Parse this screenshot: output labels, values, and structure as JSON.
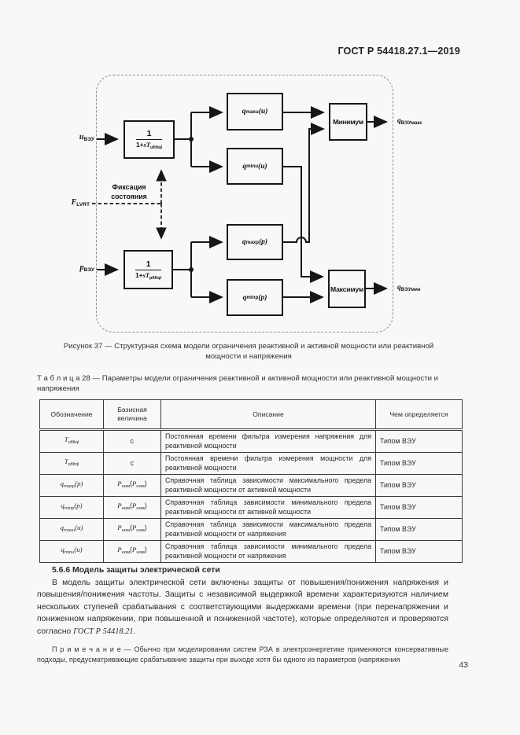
{
  "header": {
    "title": "ГОСТ Р 54418.27.1—2019"
  },
  "figure": {
    "caption_line1": "Рисунок 37 — Структурная схема модели ограничения реактивной и активной мощности или реактивной",
    "caption_line2": "мощности и напряжения",
    "diagram": {
      "inputs": {
        "u": [
          {
            "t": "u",
            "c": "i"
          },
          {
            "t": "ВЭУ",
            "c": "sub"
          }
        ],
        "p": [
          {
            "t": "p",
            "c": "i"
          },
          {
            "t": "ВЭУ",
            "c": "sub"
          }
        ],
        "f_lvrt": [
          {
            "t": "F",
            "c": "i"
          },
          {
            "t": "LVRT",
            "c": "sub"
          }
        ]
      },
      "outputs": {
        "q_max": [
          {
            "t": "q",
            "c": "i"
          },
          {
            "t": "ВЭУмакс",
            "c": "sub"
          }
        ],
        "q_min": [
          {
            "t": "q",
            "c": "i"
          },
          {
            "t": "ВЭУмин",
            "c": "sub"
          }
        ]
      },
      "blocks": {
        "filter_u": {
          "num": "1",
          "den": [
            {
              "t": "1+",
              "c": ""
            },
            {
              "t": "sT",
              "c": "i"
            },
            {
              "t": "ufiltql",
              "c": "sub"
            }
          ]
        },
        "filter_p": {
          "num": "1",
          "den": [
            {
              "t": "1+",
              "c": ""
            },
            {
              "t": "sT",
              "c": "i"
            },
            {
              "t": "pfiltql",
              "c": "sub"
            }
          ]
        },
        "q_maxu": [
          {
            "t": "q",
            "c": "i"
          },
          {
            "t": "maxu",
            "c": "sub"
          },
          {
            "t": "(u)",
            "c": "i"
          }
        ],
        "q_minu": [
          {
            "t": "q",
            "c": "i"
          },
          {
            "t": "minu",
            "c": "sub"
          },
          {
            "t": "(u)",
            "c": "i"
          }
        ],
        "q_maxp": [
          {
            "t": "q",
            "c": "i"
          },
          {
            "t": "maxp",
            "c": "sub"
          },
          {
            "t": "(p)",
            "c": "i"
          }
        ],
        "q_minp": [
          {
            "t": "q",
            "c": "i"
          },
          {
            "t": "minp",
            "c": "sub"
          },
          {
            "t": "(p)",
            "c": "i"
          }
        ],
        "minimum": "Минимум",
        "maximum": "Максимум"
      },
      "state_label_line1": "Фиксация",
      "state_label_line2": "состояния"
    }
  },
  "table": {
    "caption_line1": "Т а б л и ц а  28 — Параметры модели ограничения реактивной и активной мощности или реактивной мощности и",
    "caption_line2": "напряжения",
    "headers": [
      "Обозначение",
      "Базисная величина",
      "Описание",
      "Чем определяется"
    ],
    "rows": [
      {
        "symbol": [
          {
            "t": "T",
            "c": "i"
          },
          {
            "t": "ufiltql",
            "c": "sub"
          }
        ],
        "base": [
          {
            "t": "с",
            "c": ""
          }
        ],
        "description": "Постоянная времени фильтра измерения напряжения для реактивной мощности",
        "defined_by": "Типом ВЭУ"
      },
      {
        "symbol": [
          {
            "t": "T",
            "c": "i"
          },
          {
            "t": "pfiltql",
            "c": "sub"
          }
        ],
        "base": [
          {
            "t": "с",
            "c": ""
          }
        ],
        "description": "Постоянная времени фильтра измерения мощности для реактивной мощности",
        "defined_by": "Типом ВЭУ"
      },
      {
        "symbol": [
          {
            "t": "q",
            "c": "i"
          },
          {
            "t": "maxp",
            "c": "sub"
          },
          {
            "t": "(p)",
            "c": "i"
          }
        ],
        "base": [
          {
            "t": "P",
            "c": "i"
          },
          {
            "t": "ном",
            "c": "sub"
          },
          {
            "t": "(",
            "c": ""
          },
          {
            "t": "P",
            "c": "i"
          },
          {
            "t": "ном",
            "c": "sub"
          },
          {
            "t": ")",
            "c": ""
          }
        ],
        "description": "Справочная таблица зависимости максимального предела реактивной мощности от активной мощности",
        "defined_by": "Типом ВЭУ"
      },
      {
        "symbol": [
          {
            "t": "q",
            "c": "i"
          },
          {
            "t": "minp",
            "c": "sub"
          },
          {
            "t": "(p)",
            "c": "i"
          }
        ],
        "base": [
          {
            "t": "P",
            "c": "i"
          },
          {
            "t": "ном",
            "c": "sub"
          },
          {
            "t": "(",
            "c": ""
          },
          {
            "t": "P",
            "c": "i"
          },
          {
            "t": "ном",
            "c": "sub"
          },
          {
            "t": ")",
            "c": ""
          }
        ],
        "description": "Справочная таблица зависимости минимального предела реактивной мощности от активной мощности",
        "defined_by": "Типом ВЭУ"
      },
      {
        "symbol": [
          {
            "t": "q",
            "c": "i"
          },
          {
            "t": "maxu",
            "c": "sub"
          },
          {
            "t": "(u)",
            "c": "i"
          }
        ],
        "base": [
          {
            "t": "P",
            "c": "i"
          },
          {
            "t": "ном",
            "c": "sub"
          },
          {
            "t": "(",
            "c": ""
          },
          {
            "t": "P",
            "c": "i"
          },
          {
            "t": "ном",
            "c": "sub"
          },
          {
            "t": ")",
            "c": ""
          }
        ],
        "description": "Справочная таблица зависимости максимального предела реактивной мощности от напряжения",
        "defined_by": "Типом ВЭУ"
      },
      {
        "symbol": [
          {
            "t": "q",
            "c": "i"
          },
          {
            "t": "minu",
            "c": "sub"
          },
          {
            "t": "(u)",
            "c": "i"
          }
        ],
        "base": [
          {
            "t": "P",
            "c": "i"
          },
          {
            "t": "ном",
            "c": "sub"
          },
          {
            "t": "(",
            "c": ""
          },
          {
            "t": "P",
            "c": "i"
          },
          {
            "t": "ном",
            "c": "sub"
          },
          {
            "t": ")",
            "c": ""
          }
        ],
        "description": "Справочная таблица зависимости минимального предела реактивной мощности от напряжения",
        "defined_by": "Типом ВЭУ"
      }
    ]
  },
  "section": {
    "heading": "5.6.6 Модель защиты электрической сети",
    "paragraph": [
      {
        "t": "В модель защиты электрической сети включены защиты от повышения/понижения напряжения и повышения/понижения частоты. Защиты с независимой выдержкой времени характеризуются наличием нескольких ступеней срабатывания с соответствующими выдержками времени (при перенапряжении и пониженном напряжении, при повышенной и пониженной частоте), которые определяются и проверяются согласно ",
        "c": ""
      },
      {
        "t": "ГОСТ Р 54418.21",
        "c": "i"
      },
      {
        "t": ".",
        "c": ""
      }
    ],
    "note": [
      {
        "t": "П р и м е ч а н и е — Обычно при моделировании систем РЗА в электроэнергетике применяются консервативные подходы, предусматривающие срабатывание защиты при выходе хотя бы одного из параметров (напряжения",
        "c": ""
      }
    ]
  },
  "page": {
    "number": "43"
  }
}
